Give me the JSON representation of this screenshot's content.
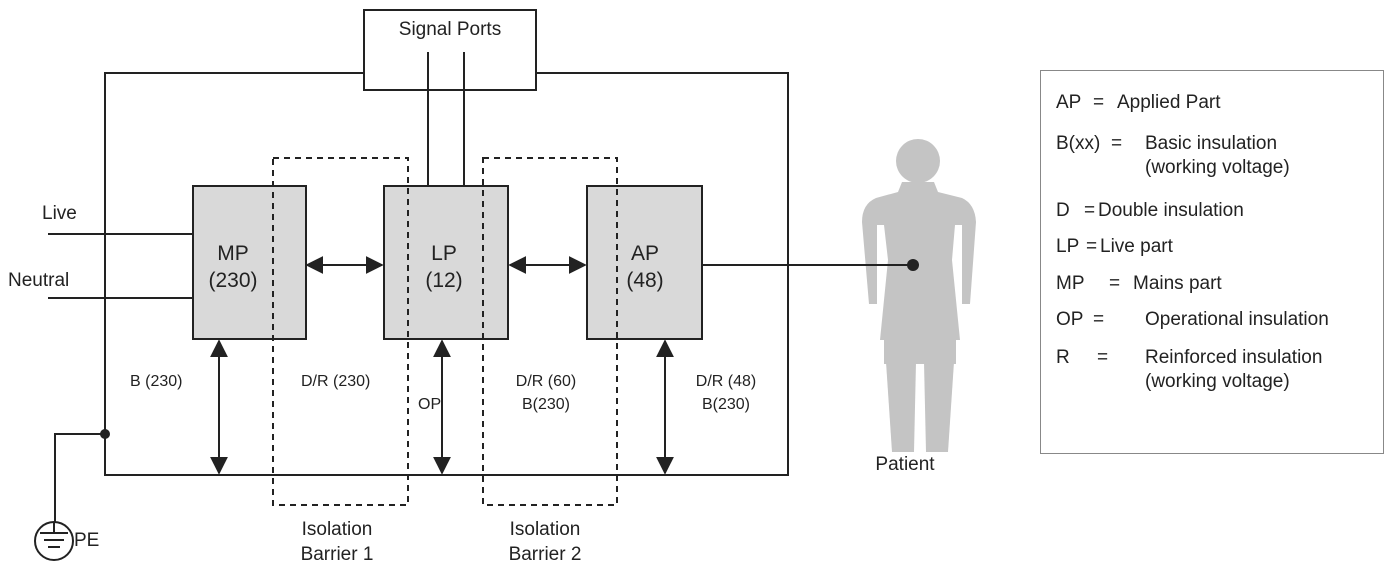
{
  "ports": {
    "label": "Signal Ports"
  },
  "supply": {
    "live": "Live",
    "neutral": "Neutral",
    "earth": "PE"
  },
  "blocks": {
    "mp": {
      "name": "MP",
      "value": "(230)"
    },
    "lp": {
      "name": "LP",
      "value": "(12)"
    },
    "ap": {
      "name": "AP",
      "value": "(48)"
    }
  },
  "insulation": {
    "b230": "B (230)",
    "dr230": "D/R (230)",
    "op": "OP",
    "dr60": "D/R (60)",
    "dr60_b": "B(230)",
    "dr48": "D/R (48)",
    "dr48_b": "B(230)"
  },
  "barriers": [
    {
      "line1": "Isolation",
      "line2": "Barrier 1"
    },
    {
      "line1": "Isolation",
      "line2": "Barrier 2"
    }
  ],
  "patient": {
    "label": "Patient",
    "color": "#c4c4c4"
  },
  "colors": {
    "block_fill": "#d9d9d9",
    "line": "#222222"
  },
  "legend": [
    {
      "term": "AP",
      "sep": "=",
      "def": "Applied Part",
      "def2": ""
    },
    {
      "term": "B(xx)",
      "sep": "=",
      "def": "Basic insulation",
      "def2": "(working voltage)"
    },
    {
      "term": "D",
      "sep": "=",
      "def": "Double insulation",
      "def2": ""
    },
    {
      "term": "LP",
      "sep": "=",
      "def": "Live part",
      "def2": ""
    },
    {
      "term": "MP",
      "sep": "=",
      "def": "Mains part",
      "def2": ""
    },
    {
      "term": "OP",
      "sep": "=",
      "def": "Operational insulation",
      "def2": ""
    },
    {
      "term": "R",
      "sep": "=",
      "def": "Reinforced insulation",
      "def2": "(working voltage)"
    }
  ]
}
